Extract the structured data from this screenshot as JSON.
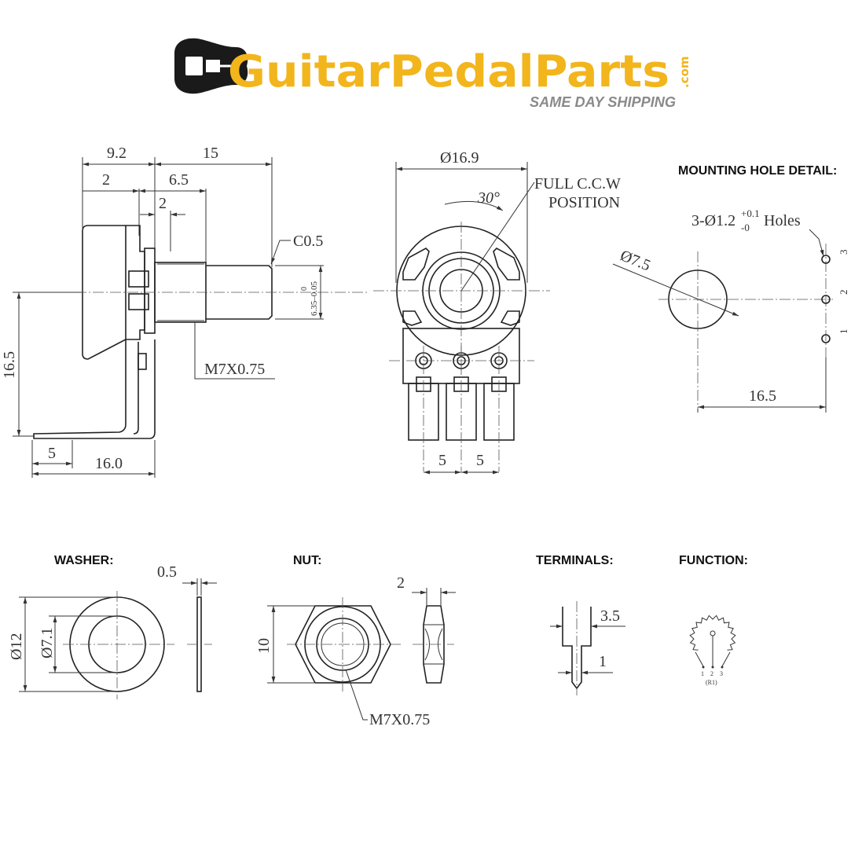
{
  "brand": {
    "name": "GuitarPedalParts",
    "tld": ".com",
    "tagline": "SAME DAY SHIPPING",
    "colors": {
      "yellow": "#f2b51c",
      "dark": "#1a1a1a",
      "gray": "#8a8a8a"
    }
  },
  "side_view": {
    "dim_body_depth": "9.2",
    "dim_shaft_length": "15",
    "dim_flange": "2",
    "dim_thread_length": "6.5",
    "dim_key": "2",
    "chamfer": "C0.5",
    "shaft_tolerance": "0",
    "shaft_diameter": "6.35–0.05",
    "thread": "M7X0.75",
    "dim_height": "16.5",
    "dim_foot": "5",
    "dim_total_length": "16.0"
  },
  "front_view": {
    "dim_diameter": "Ø16.9",
    "angle": "30°",
    "note_line1": "FULL C.C.W",
    "note_line2": "POSITION",
    "pin_spacing_1": "5",
    "pin_spacing_2": "5"
  },
  "mounting": {
    "heading": "MOUNTING HOLE DETAIL:",
    "holes_prefix": "3-Ø1.2",
    "tol_upper": "+0.1",
    "tol_lower": "-0",
    "holes_suffix": "Holes",
    "hole_diameter": "Ø7.5",
    "pin_labels": [
      "3",
      "2",
      "1"
    ],
    "dim_offset": "16.5"
  },
  "washer": {
    "heading": "WASHER:",
    "thickness": "0.5",
    "outer": "Ø12",
    "inner": "Ø7.1"
  },
  "nut": {
    "heading": "NUT:",
    "thickness": "2",
    "width": "10",
    "thread": "M7X0.75"
  },
  "terminals": {
    "heading": "TERMINALS:",
    "width": "3.5",
    "tip": "1"
  },
  "function": {
    "heading": "FUNCTION:",
    "pins": [
      "1",
      "2",
      "3"
    ],
    "label": "(R1)"
  }
}
